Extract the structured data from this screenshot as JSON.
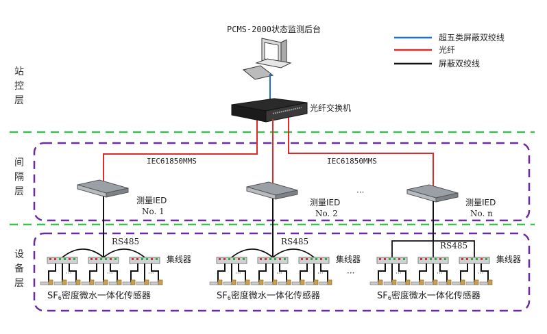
{
  "title": "PCMS-2000状态监测后台",
  "switch_label": "光纤交换机",
  "legend": [
    {
      "label": "超五类屏蔽双绞线",
      "color": "#1f6fc7"
    },
    {
      "label": "光纤",
      "color": "#e02a2a"
    },
    {
      "label": "屏蔽双绞线",
      "color": "#111111"
    }
  ],
  "layers": [
    {
      "name": "站控层",
      "chars": [
        "站",
        "控",
        "层"
      ]
    },
    {
      "name": "间隔层",
      "chars": [
        "间",
        "隔",
        "层"
      ]
    },
    {
      "name": "设备层",
      "chars": [
        "设",
        "备",
        "层"
      ]
    }
  ],
  "protocol_labels": [
    "IEC61850MMS",
    "IEC61850MMS"
  ],
  "ieds": [
    {
      "name": "测量IED",
      "number": "No. 1"
    },
    {
      "name": "测量IED",
      "number": "No. 2"
    },
    {
      "name": "测量IED",
      "number": "No. n"
    }
  ],
  "ellipsis": "···",
  "groups": [
    {
      "bus_label": "RS485",
      "hub_label": "集线器",
      "sensor_label_prefix": "SF",
      "sensor_label_sub": "6",
      "sensor_label_rest": "密度微水一体化传感器"
    },
    {
      "bus_label": "RS485",
      "hub_label": "集线器",
      "sensor_label_prefix": "SF",
      "sensor_label_sub": "6",
      "sensor_label_rest": "密度微水一体化传感器"
    },
    {
      "bus_label": "RS485",
      "hub_label": "集线器",
      "sensor_label_prefix": "SF",
      "sensor_label_sub": "6",
      "sensor_label_rest": "密度微水一体化传感器"
    }
  ],
  "colors": {
    "layer_divider": "#3cbf4f",
    "layer_box": "#6a2ca0",
    "fiber": "#e02a2a",
    "cat5e": "#1f6fc7",
    "twisted": "#111111"
  }
}
